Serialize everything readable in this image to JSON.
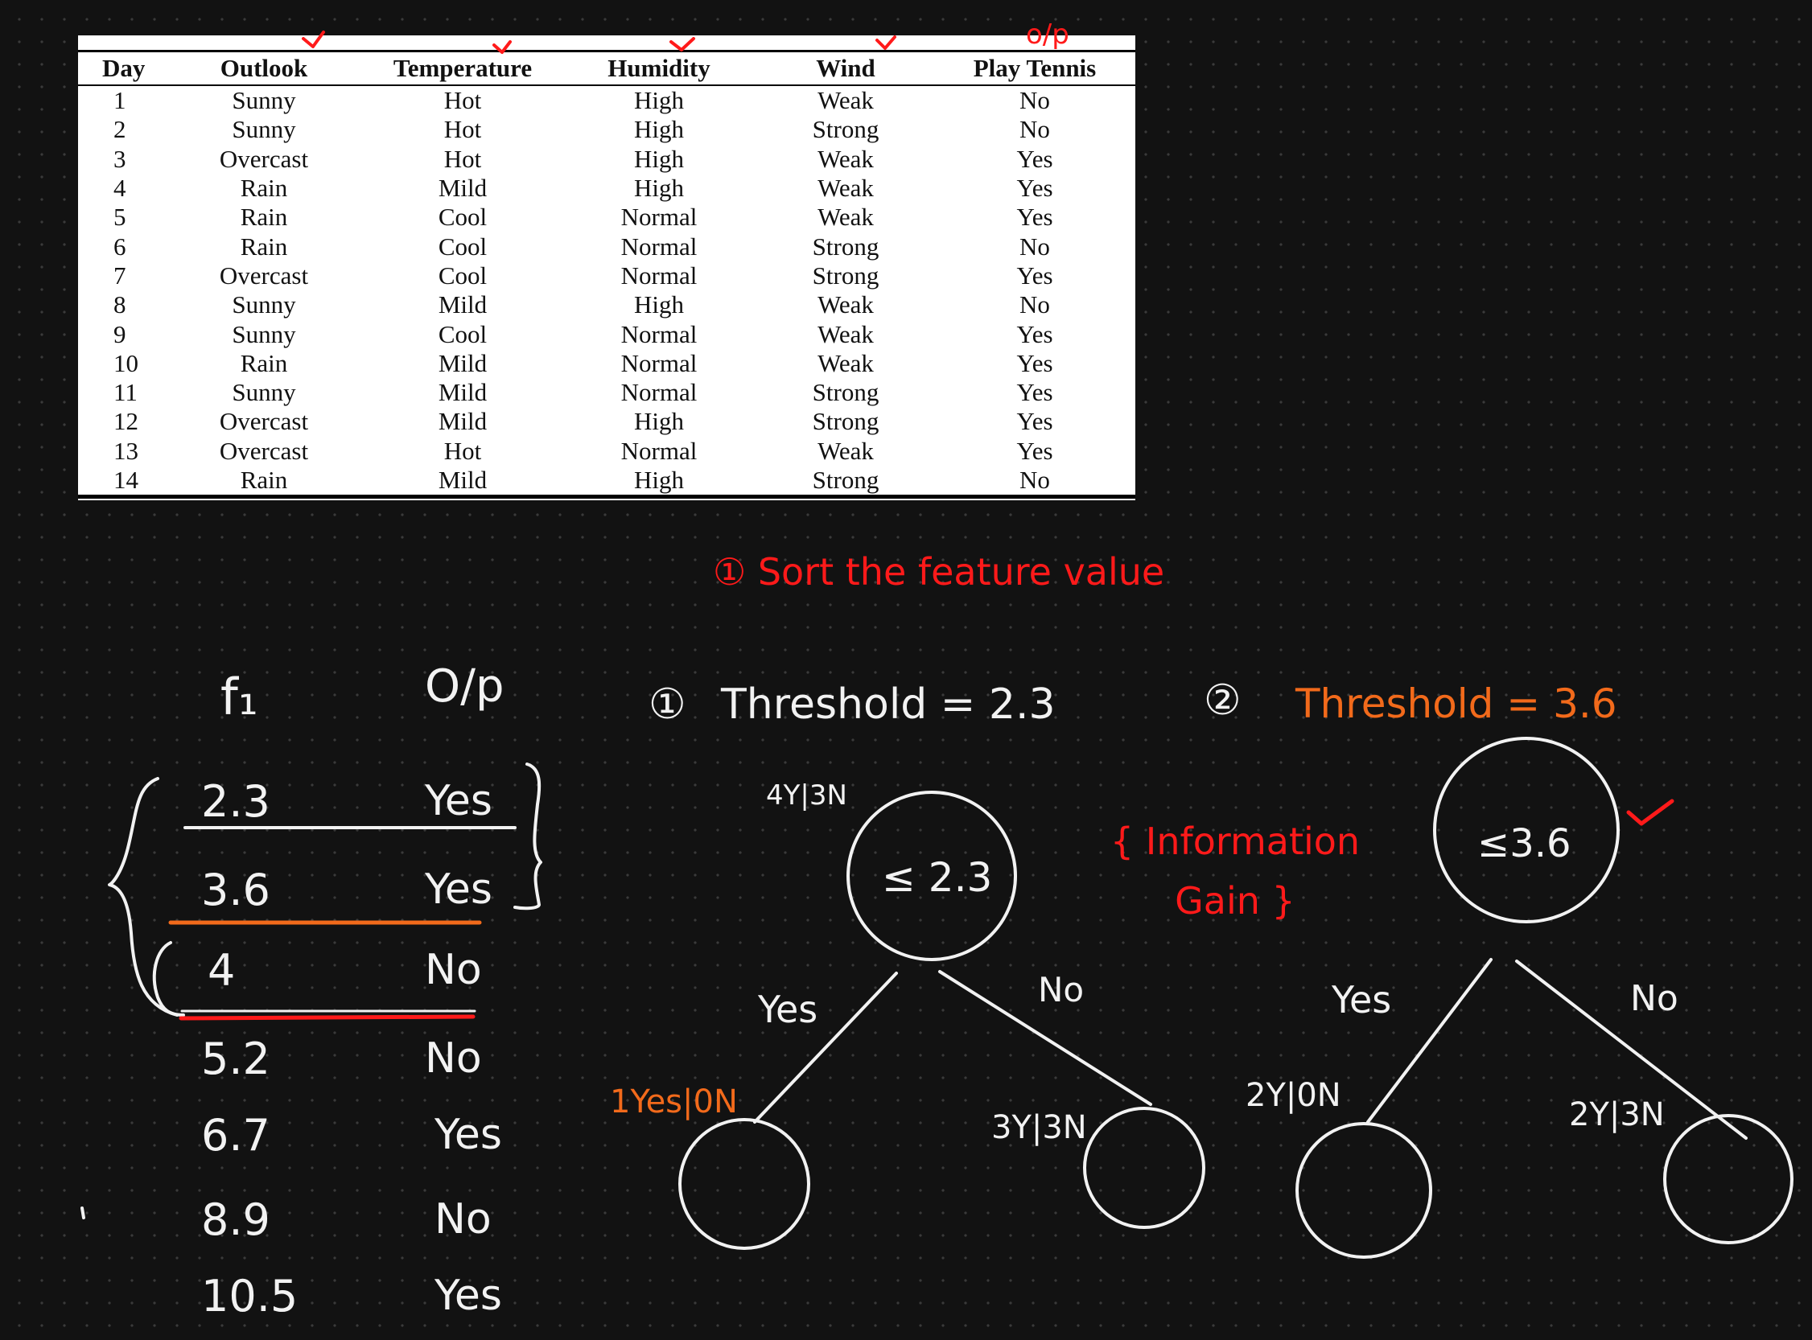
{
  "table": {
    "headers": [
      "Day",
      "Outlook",
      "Temperature",
      "Humidity",
      "Wind",
      "Play Tennis"
    ],
    "rows": [
      [
        "1",
        "Sunny",
        "Hot",
        "High",
        "Weak",
        "No"
      ],
      [
        "2",
        "Sunny",
        "Hot",
        "High",
        "Strong",
        "No"
      ],
      [
        "3",
        "Overcast",
        "Hot",
        "High",
        "Weak",
        "Yes"
      ],
      [
        "4",
        "Rain",
        "Mild",
        "High",
        "Weak",
        "Yes"
      ],
      [
        "5",
        "Rain",
        "Cool",
        "Normal",
        "Weak",
        "Yes"
      ],
      [
        "6",
        "Rain",
        "Cool",
        "Normal",
        "Strong",
        "No"
      ],
      [
        "7",
        "Overcast",
        "Cool",
        "Normal",
        "Strong",
        "Yes"
      ],
      [
        "8",
        "Sunny",
        "Mild",
        "High",
        "Weak",
        "No"
      ],
      [
        "9",
        "Sunny",
        "Cool",
        "Normal",
        "Weak",
        "Yes"
      ],
      [
        "10",
        "Rain",
        "Mild",
        "Normal",
        "Weak",
        "Yes"
      ],
      [
        "11",
        "Sunny",
        "Mild",
        "Normal",
        "Strong",
        "Yes"
      ],
      [
        "12",
        "Overcast",
        "Mild",
        "High",
        "Strong",
        "Yes"
      ],
      [
        "13",
        "Overcast",
        "Hot",
        "Normal",
        "Weak",
        "Yes"
      ],
      [
        "14",
        "Rain",
        "Mild",
        "High",
        "Strong",
        "No"
      ]
    ],
    "op_mark": "o/p"
  },
  "step_note": "① Sort the feature value",
  "feature_list": {
    "feature_header": "f₁",
    "output_header": "O/p",
    "rows": [
      {
        "value": "2.3",
        "output": "Yes"
      },
      {
        "value": "3.6",
        "output": "Yes"
      },
      {
        "value": "4",
        "output": "No"
      },
      {
        "value": "5.2",
        "output": "No"
      },
      {
        "value": "6.7",
        "output": "Yes"
      },
      {
        "value": "8.9",
        "output": "No"
      },
      {
        "value": "10.5",
        "output": "Yes"
      }
    ]
  },
  "tree1": {
    "num": "①",
    "title": "Threshold = 2.3",
    "root_count": "4Y|3N",
    "root_label": "≤ 2.3",
    "yes_branch": "Yes",
    "no_branch": "No",
    "left_count": "1Yes|0N",
    "right_count": "3Y|3N"
  },
  "tree2": {
    "num": "②",
    "title": "Threshold = 3.6",
    "root_label": "≤3.6",
    "yes_branch": "Yes",
    "no_branch": "No",
    "left_count": "2Y|0N",
    "right_count": "2Y|3N"
  },
  "info_gain": "{ Information Gain }",
  "colors": {
    "white": "#f2f2f2",
    "red": "#ff1a1a",
    "orange": "#f26a1b",
    "background": "#121212"
  }
}
